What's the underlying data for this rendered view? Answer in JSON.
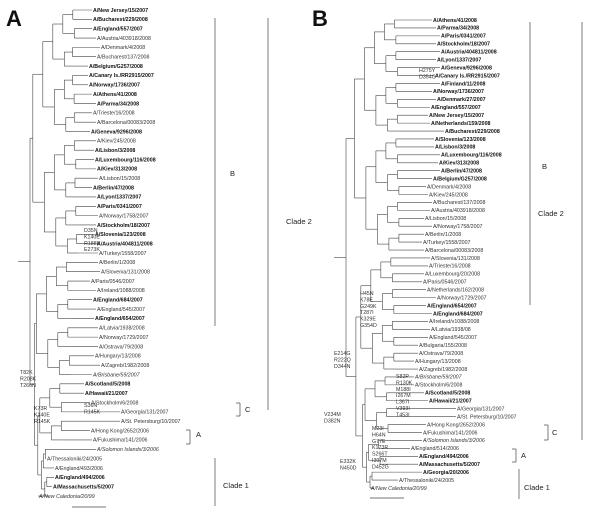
{
  "panels": [
    {
      "letter": "A",
      "taxa": [
        {
          "t": "A/New Jersey/15/2007",
          "b": true
        },
        {
          "t": "A/Bucharest/229/2008",
          "b": true
        },
        {
          "t": "A/England/557/2007",
          "b": true
        },
        {
          "t": "A/Austria/403918/2008",
          "b": false
        },
        {
          "t": "A/Denmark/4/2008",
          "b": false
        },
        {
          "t": "A/Bucharest/137/2008",
          "b": false
        },
        {
          "t": "A/Belgium/G257/2008",
          "b": true
        },
        {
          "t": "A/Canary Is./RR2915/2007",
          "b": true
        },
        {
          "t": "A/Norway/1736/2007",
          "b": true
        },
        {
          "t": "A/Athens/41/2008",
          "b": true
        },
        {
          "t": "A/Parma/34/2008",
          "b": true
        },
        {
          "t": "A/Trieste/16/2008",
          "b": false
        },
        {
          "t": "A/Barcelona/00083/2008",
          "b": false
        },
        {
          "t": "A/Geneva/9296/2008",
          "b": true
        },
        {
          "t": "A/Kiev/245/2008",
          "b": false
        },
        {
          "t": "A/Lisbon/3/2008",
          "b": true
        },
        {
          "t": "A/Luxembourg/116/2008",
          "b": true
        },
        {
          "t": "A/Kiev/313/2008",
          "b": true
        },
        {
          "t": "A/Lisbon/15/2008",
          "b": false
        },
        {
          "t": "A/Berlin/47/2008",
          "b": true
        },
        {
          "t": "A/Lyon/1337/2007",
          "b": true
        },
        {
          "t": "A/Paris/0341/2007",
          "b": true
        },
        {
          "t": "A/Norway/1758/2007",
          "b": false
        },
        {
          "t": "A/Stockholm/18/2007",
          "b": true
        },
        {
          "t": "A/Slovenia/123/2008",
          "b": true
        },
        {
          "t": "A/Austria/404811/2008",
          "b": true
        },
        {
          "t": "A/Turkey/1558/2007",
          "b": false
        },
        {
          "t": "A/Berlin/1/2008",
          "b": false
        },
        {
          "t": "A/Slovenia/131/2008",
          "b": false
        },
        {
          "t": "A/Paris/0546/2007",
          "b": false
        },
        {
          "t": "A/Ireland/1088/2008",
          "b": false
        },
        {
          "t": "A/England/684/2007",
          "b": true
        },
        {
          "t": "A/England/545/2007",
          "b": false
        },
        {
          "t": "A/England/654/2007",
          "b": true
        },
        {
          "t": "A/Latvia/1938/2008",
          "b": false
        },
        {
          "t": "A/Norway/1729/2007",
          "b": false
        },
        {
          "t": "A/Ostrava/79/2008",
          "b": false
        },
        {
          "t": "A/Hungary/13/2008",
          "b": false
        },
        {
          "t": "A/Zagreb/1982/2008",
          "b": false
        },
        {
          "t": "A/Brisbane/59/2007",
          "b": false,
          "i": true
        },
        {
          "t": "A/Scotland/5/2008",
          "b": true
        },
        {
          "t": "A/Hawaii/21/2007",
          "b": true
        },
        {
          "t": "A/Stockholm/6/2008",
          "b": false
        },
        {
          "t": "A/Georgia/131/2007",
          "b": false
        },
        {
          "t": "A/St. Petersburg/10/2007",
          "b": false
        },
        {
          "t": "A/Hong Kong/2652/2006",
          "b": false
        },
        {
          "t": "A/Fukushima/141/2006",
          "b": false
        },
        {
          "t": "A/Solomon Islands/3/2006",
          "b": false,
          "i": true
        },
        {
          "t": "A/Thessaloniki/24/2005",
          "b": false
        },
        {
          "t": "A/England/493/2006",
          "b": false
        },
        {
          "t": "A/England/494/2006",
          "b": true
        },
        {
          "t": "A/Massachusetts/5/2007",
          "b": true
        },
        {
          "t": "A/New Caledonia/20/99",
          "b": false,
          "i": true
        }
      ],
      "mutations": [
        {
          "lines": [
            "D35N",
            "K140E",
            "R188K",
            "E273K"
          ]
        },
        {
          "lines": [
            "T82K",
            "R208K",
            "T266N"
          ]
        },
        {
          "lines": [
            "K73R",
            "K140E",
            "R145K"
          ]
        },
        {
          "lines": [
            "S36N",
            "R145K"
          ]
        }
      ],
      "clades": [
        {
          "label": "B"
        },
        {
          "label": "Clade 2"
        },
        {
          "label": "C"
        },
        {
          "label": "A"
        },
        {
          "label": "Clade 1"
        }
      ]
    },
    {
      "letter": "B",
      "taxa": [
        {
          "t": "A/Athens/41/2008",
          "b": true
        },
        {
          "t": "A/Parma/34/2008",
          "b": true
        },
        {
          "t": "A/Paris/0341/2007",
          "b": true
        },
        {
          "t": "A/Stockholm/18/2007",
          "b": true
        },
        {
          "t": "A/Austria/404811/2008",
          "b": true
        },
        {
          "t": "A/Lyon/1337/2007",
          "b": true
        },
        {
          "t": "A/Geneva/9296/2008",
          "b": true
        },
        {
          "t": "A/Canary Is./RR2915/2007",
          "b": true
        },
        {
          "t": "A/Finland/11/2008",
          "b": true
        },
        {
          "t": "A/Norway/1736/2007",
          "b": true
        },
        {
          "t": "A/Denmark/27/2007",
          "b": true
        },
        {
          "t": "A/England/557/2007",
          "b": true
        },
        {
          "t": "A/New Jersey/15/2007",
          "b": true
        },
        {
          "t": "A/Netherlands/159/2008",
          "b": true
        },
        {
          "t": "A/Bucharest/229/2008",
          "b": true
        },
        {
          "t": "A/Slovenia/123/2008",
          "b": true
        },
        {
          "t": "A/Lisbon/3/2008",
          "b": true
        },
        {
          "t": "A/Luxembourg/116/2008",
          "b": true
        },
        {
          "t": "A/Kiev/313/2008",
          "b": true
        },
        {
          "t": "A/Berlin/47/2008",
          "b": true
        },
        {
          "t": "A/Belgium/G257/2008",
          "b": true
        },
        {
          "t": "A/Denmark/4/2008",
          "b": false
        },
        {
          "t": "A/Kiev/245/2008",
          "b": false
        },
        {
          "t": "A/Bucharest/137/2008",
          "b": false
        },
        {
          "t": "A/Austria/403918/2008",
          "b": false
        },
        {
          "t": "A/Lisbon/15/2008",
          "b": false
        },
        {
          "t": "A/Norway/1758/2007",
          "b": false
        },
        {
          "t": "A/Berlin/1/2008",
          "b": false
        },
        {
          "t": "A/Turkey/1558/2007",
          "b": false
        },
        {
          "t": "A/Barcelona/00083/2008",
          "b": false
        },
        {
          "t": "A/Slovenia/131/2008",
          "b": false
        },
        {
          "t": "A/Trieste/16/2008",
          "b": false
        },
        {
          "t": "A/Luxembourg/20/2008",
          "b": false
        },
        {
          "t": "A/Paris/0546/2007",
          "b": false
        },
        {
          "t": "A/Netherlands/162/2008",
          "b": false
        },
        {
          "t": "A/Norway/1729/2007",
          "b": false
        },
        {
          "t": "A/England/654/2007",
          "b": true
        },
        {
          "t": "A/England/684/2007",
          "b": true
        },
        {
          "t": "A/Ireland/v1088/2008",
          "b": false
        },
        {
          "t": "A/Latvia/1938/08",
          "b": false
        },
        {
          "t": "A/England/545/2007",
          "b": false
        },
        {
          "t": "A/Bulgaria/155/2008",
          "b": false
        },
        {
          "t": "A/Ostrava/79/2008",
          "b": false
        },
        {
          "t": "A/Hungary/13/2008",
          "b": false
        },
        {
          "t": "A/Zagreb/1982/2008",
          "b": false
        },
        {
          "t": "A/Brisbane/59/2007",
          "b": false,
          "i": true
        },
        {
          "t": "A/Stockholm/6/2008",
          "b": false
        },
        {
          "t": "A/Scotland/5/2008",
          "b": true
        },
        {
          "t": "A/Hawaii/21/2007",
          "b": true
        },
        {
          "t": "A/Georgia/131/2007",
          "b": false
        },
        {
          "t": "A/St. Petersburg/10/2007",
          "b": false
        },
        {
          "t": "A/Hong Kong/2652/2006",
          "b": false
        },
        {
          "t": "A/Fukushima/141/2006",
          "b": false
        },
        {
          "t": "A/Solomon Islands/3/2006",
          "b": false,
          "i": true
        },
        {
          "t": "A/England/514/2006",
          "b": false
        },
        {
          "t": "A/England/494/2006",
          "b": true
        },
        {
          "t": "A/Massachusetts/5/2007",
          "b": true
        },
        {
          "t": "A/Georgia/20/2006",
          "b": true
        },
        {
          "t": "A/Thessaloniki/24/2005",
          "b": false
        },
        {
          "t": "A/New Caledonia/20/99",
          "b": false,
          "i": true
        }
      ],
      "mutations": [
        {
          "lines": [
            "H275Y",
            "D354G"
          ]
        },
        {
          "lines": [
            "H45N",
            "K78E",
            "G249K",
            "T287I",
            "K329E",
            "G354D"
          ]
        },
        {
          "lines": [
            "E214G",
            "R222Q",
            "D344N"
          ]
        },
        {
          "lines": [
            "V234M",
            "D382N"
          ]
        },
        {
          "lines": [
            "S82P",
            "R130K",
            "M188I",
            "I267M",
            "L367I",
            "V393I",
            "T453I"
          ]
        },
        {
          "lines": [
            "M23I",
            "H64N",
            "G77E",
            "K173R",
            "S266T",
            "I397M",
            "D452G"
          ]
        },
        {
          "lines": [
            "E332K",
            "N450D"
          ]
        }
      ],
      "clades": [
        {
          "label": "B"
        },
        {
          "label": "Clade 2"
        },
        {
          "label": "C"
        },
        {
          "label": "A"
        },
        {
          "label": "Clade 1"
        }
      ]
    }
  ]
}
